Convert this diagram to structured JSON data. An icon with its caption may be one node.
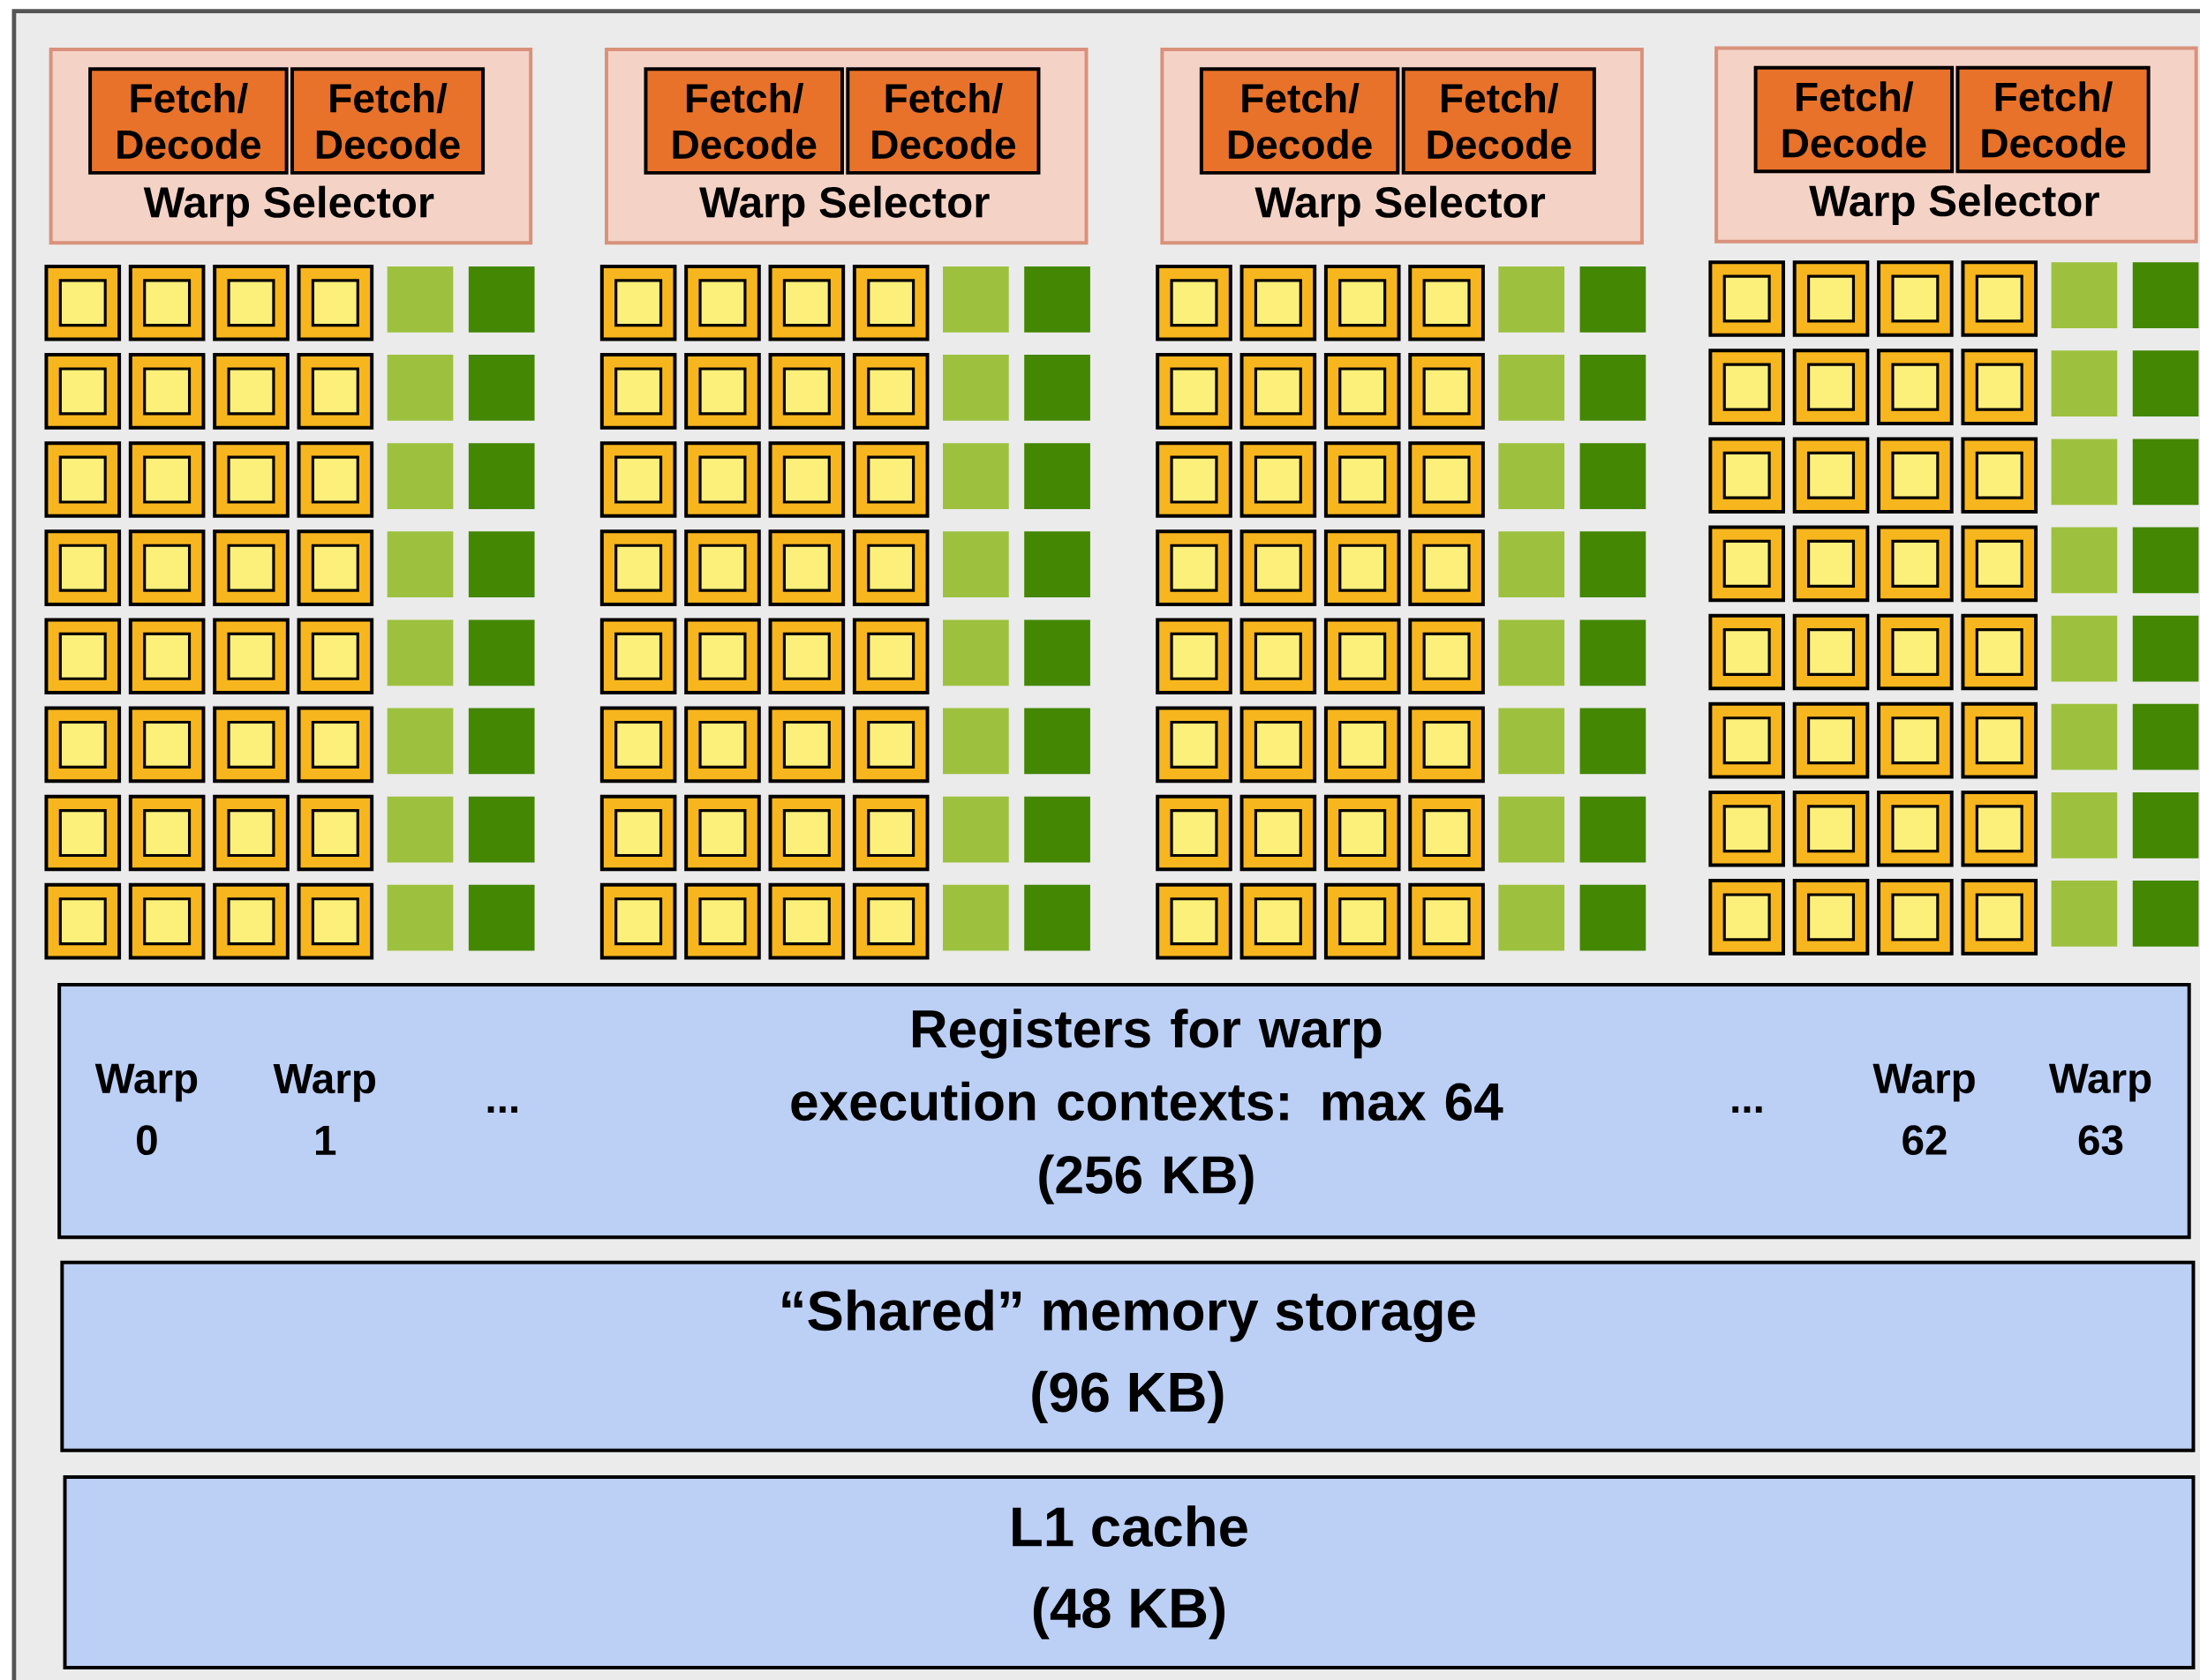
{
  "diagram": {
    "nodes": [
      {
        "text": [
          "Warp Selector"
        ]
      },
      {
        "text": [
          "Fetch/ Decode"
        ],
        "in": 0
      },
      {
        "text": [
          "Fetch/ Decode"
        ],
        "in": 0
      },
      {
        "text": [
          "Warp Selector"
        ]
      },
      {
        "text": [
          "Fetch/ Decode"
        ],
        "in": 3
      },
      {
        "text": [
          "Fetch/ Decode"
        ],
        "in": 3
      },
      {
        "text": [
          "Warp Selector"
        ]
      },
      {
        "text": [
          "Fetch/ Decode"
        ],
        "in": 6
      },
      {
        "text": [
          "Fetch/ Decode"
        ],
        "in": 6
      },
      {
        "text": [
          "Warp Selector"
        ]
      },
      {
        "text": [
          "Fetch/ Decode"
        ],
        "in": 9
      },
      {
        "text": [
          "Fetch/ Decode"
        ],
        "in": 9
      },
      {
        "text": [
          "Registers for warp execution contexts: max 64",
          "(256 KB)"
        ]
      },
      {
        "text": [
          "Warp 0"
        ],
        "in": 12
      },
      {
        "text": [
          "Warp 1"
        ],
        "in": 12
      },
      {
        "text": [
          "..."
        ],
        "in": 12
      },
      {
        "text": [
          "..."
        ],
        "in": 12
      },
      {
        "text": [
          "Warp 62"
        ],
        "in": 12
      },
      {
        "text": [
          "Warp 63"
        ],
        "in": 12
      },
      {
        "text": [
          "“Shared” memory storage",
          "(96 KB)"
        ]
      },
      {
        "text": [
          "L1 cache",
          "(48 KB)"
        ]
      }
    ]
  }
}
